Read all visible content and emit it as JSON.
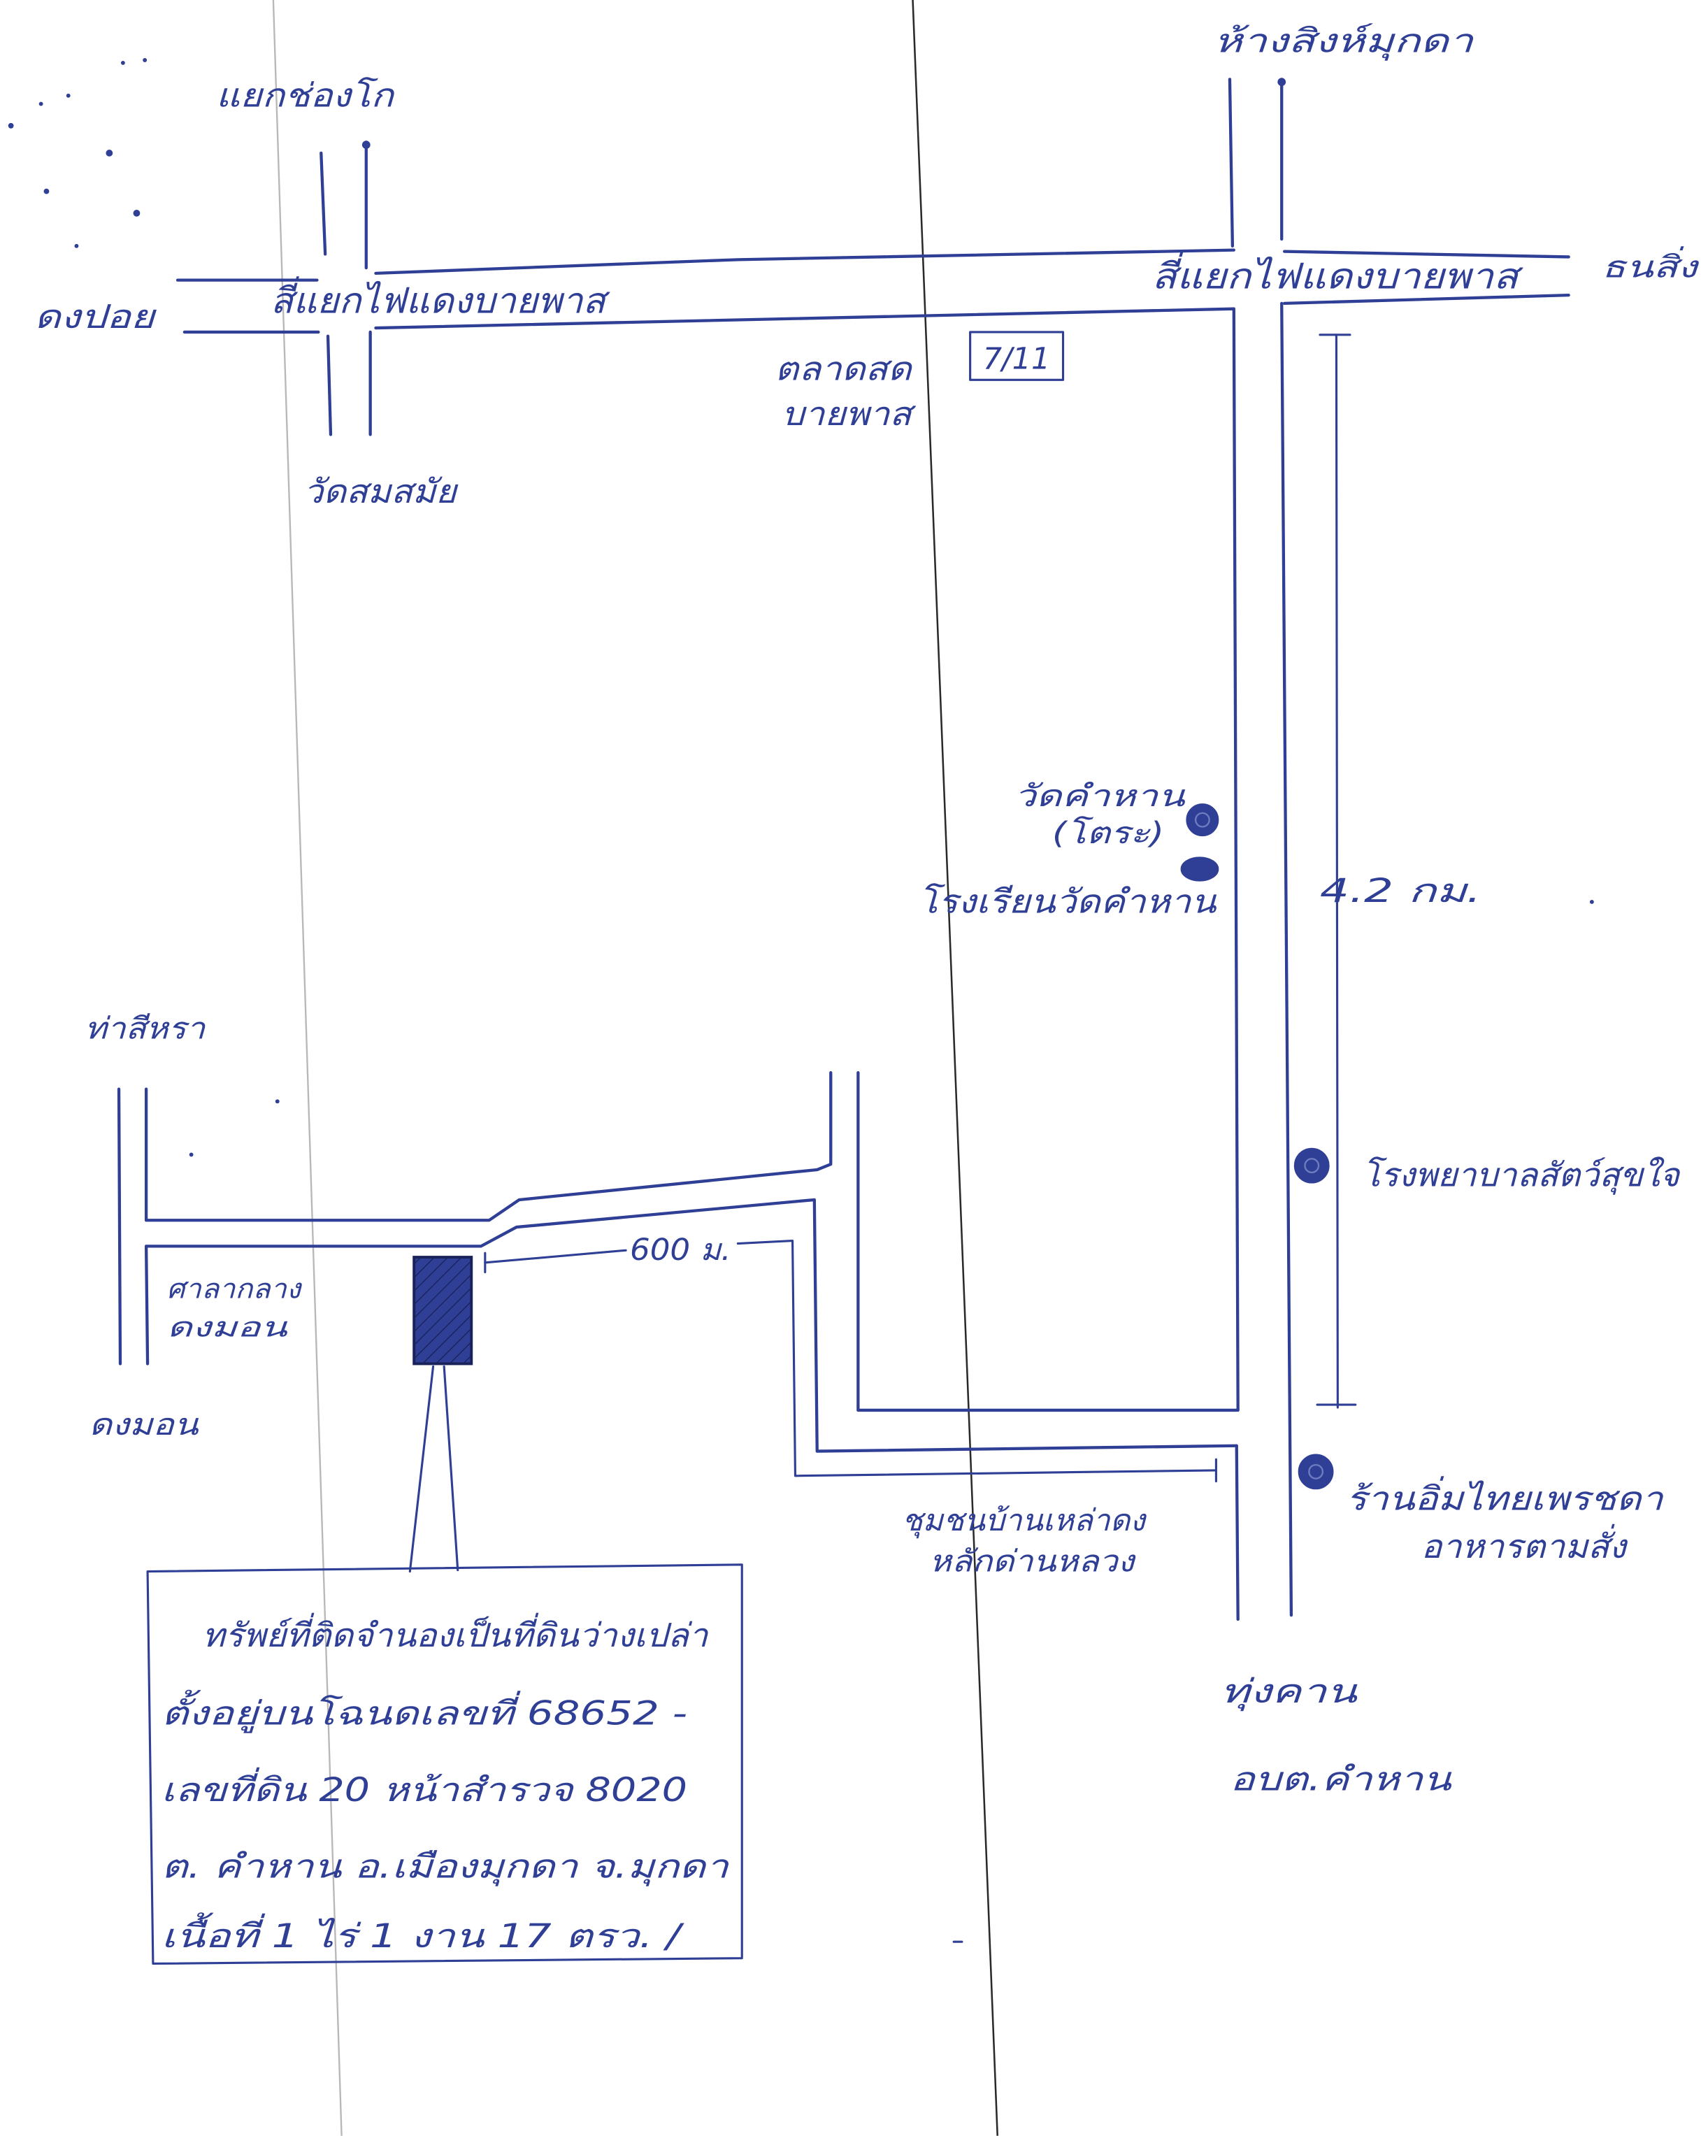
{
  "colors": {
    "ink": "#2f3f95",
    "paper": "#ffffff",
    "guide_light": "#b8b8b8",
    "guide_dark": "#2a2a2a"
  },
  "map": {
    "labels": {
      "junction_north_left": "แยกช่องโก",
      "direction_west": "ดงปอย",
      "intersection_left": "สี่แยกไฟแดงบายพาส",
      "temple_south_left": "วัดสมสมัย",
      "market": [
        "ตลาดสด",
        "บายพาส"
      ],
      "store": "7/11",
      "direction_north": "ห้างสิงห์มุกดา",
      "intersection_right": "สี่แยกไฟแดงบายพาส",
      "direction_east": "ธนสิ่ง",
      "temple": [
        "วัดคำหาน",
        "(โตระ)"
      ],
      "school": "โรงเรียนวัดคำหาน",
      "distance_main_road": "4.2 กม.",
      "direction_west_lower": "ท่าสีหรา",
      "vet_hospital": "โรงพยาบาลสัตว์สุขใจ",
      "distance_side_road": "600 ม.",
      "hall": [
        "ศาลากลาง",
        "ดงมอน"
      ],
      "direction_southwest": "ดงมอน",
      "community": [
        "ชุมชนบ้านเหล่าดง",
        "หลักด่านหลวง"
      ],
      "restaurant": [
        "ร้านอิ่มไทยเพรชดา",
        "อาหารตามสั่ง"
      ],
      "direction_south": [
        "ทุ่งคาน",
        "อบต.คำหาน"
      ]
    },
    "property_note": [
      "ทรัพย์ที่ติดจำนองเป็นที่ดินว่างเปล่า",
      "ตั้งอยู่บนโฉนดเลขที่ 68652 -",
      "เลขที่ดิน 20 หน้าสำรวจ 8020",
      "ต. คำหาน อ.เมืองมุกดา จ.มุกดา",
      "เนื้อที่ 1 ไร่ 1 งาน 17 ตรว. /"
    ],
    "icons": {
      "landmark_marker": "filled-dot-icon",
      "property_parcel": "hatched-rectangle-icon"
    }
  }
}
